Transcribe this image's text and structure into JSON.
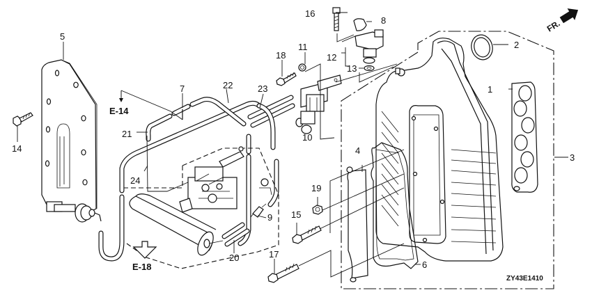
{
  "diagram": {
    "type": "exploded parts diagram",
    "subject": "intake manifold assembly",
    "diagram_code": "ZY43E1410",
    "direction_indicator": "FR.",
    "cross_references": [
      {
        "label": "E-14",
        "direction": "down-arrow"
      },
      {
        "label": "E-18",
        "direction": "down-hollow-arrow"
      }
    ],
    "callouts": [
      {
        "number": "1",
        "part": "intake-manifold-gasket"
      },
      {
        "number": "2",
        "part": "o-ring"
      },
      {
        "number": "3",
        "part": "intake-manifold-assembly"
      },
      {
        "number": "4",
        "part": "bracket-strip"
      },
      {
        "number": "5",
        "part": "cover-plate"
      },
      {
        "number": "6",
        "part": "manifold-seal-gasket"
      },
      {
        "number": "7",
        "part": "joint-tube"
      },
      {
        "number": "8",
        "part": "sensor-cap"
      },
      {
        "number": "9",
        "part": "fuel-filter"
      },
      {
        "number": "10",
        "part": "solenoid-valve"
      },
      {
        "number": "11",
        "part": "nut"
      },
      {
        "number": "12",
        "part": "map-sensor"
      },
      {
        "number": "13",
        "part": "sensor-o-ring"
      },
      {
        "number": "14",
        "part": "screw"
      },
      {
        "number": "15",
        "part": "flange-bolt"
      },
      {
        "number": "16",
        "part": "bolt"
      },
      {
        "number": "17",
        "part": "long-flange-bolt"
      },
      {
        "number": "18",
        "part": "flange-bolt-small"
      },
      {
        "number": "19",
        "part": "flange-nut"
      },
      {
        "number": "20",
        "part": "tube"
      },
      {
        "number": "21",
        "part": "tube-short"
      },
      {
        "number": "22",
        "part": "tube-long"
      },
      {
        "number": "23",
        "part": "tube-pair"
      },
      {
        "number": "24",
        "part": "tube-loop"
      }
    ]
  }
}
